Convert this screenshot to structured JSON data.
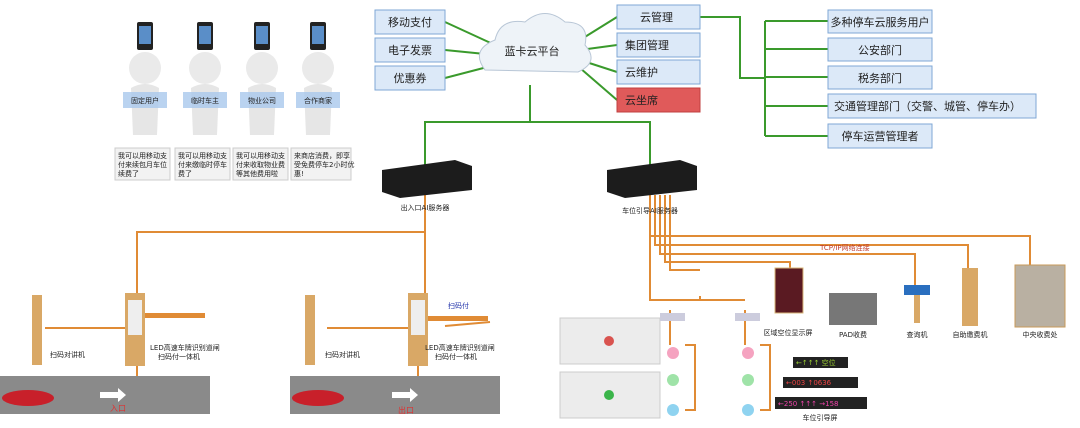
{
  "cloud": {
    "label": "蓝卡云平台"
  },
  "left_services": [
    "移动支付",
    "电子发票",
    "优惠券"
  ],
  "right_services": [
    {
      "label": "云管理",
      "highlight": false
    },
    {
      "label": "集团管理",
      "highlight": false
    },
    {
      "label": "云维护",
      "highlight": false
    },
    {
      "label": "云坐席",
      "highlight": true
    }
  ],
  "users": [
    "多种停车云服务用户",
    "公安部门",
    "税务部门",
    "交通管理部门（交警、城管、停车办）",
    "停车运营管理者"
  ],
  "personas": [
    {
      "sign": "固定用户",
      "caption": [
        "我可以用移动支",
        "付来续包月车位",
        "续费了"
      ]
    },
    {
      "sign": "临时车主",
      "caption": [
        "我可以用移动支",
        "付来缴临时停车",
        "费了"
      ]
    },
    {
      "sign": "物业公司",
      "caption": [
        "我可以用移动支",
        "付来收取物业费",
        "等其他费用啦"
      ]
    },
    {
      "sign": "合作商家",
      "caption": [
        "来商店消费，即享",
        "受免费停车2小时优",
        "惠!"
      ]
    }
  ],
  "servers": {
    "entrance": "出入口AI服务器",
    "guidance": "车位引导AI服务器"
  },
  "lanes": [
    {
      "intercom": "扫码对讲机",
      "gate": [
        "LED高速车牌识别道闸",
        "扫码付一体机"
      ],
      "direction": "入口",
      "tag": ""
    },
    {
      "intercom": "扫码对讲机",
      "gate": [
        "LED高速车牌识别道闸",
        "扫码付一体机"
      ],
      "direction": "出口",
      "tag": "扫码付"
    }
  ],
  "network_label": "TCP/IP网络连接",
  "devices": [
    "区域空位显示屏",
    "PAD收费",
    "查询机",
    "自助缴费机",
    "中央收费处"
  ],
  "guidance_screen": {
    "label": "车位引导屏",
    "rows": [
      "←↑↑↑ 空位",
      "←003 ↑0636",
      "←250 ↑↑↑ →158"
    ]
  },
  "colors": {
    "box_fill": "#dce9f8",
    "highlight_fill": "#e05a5a",
    "green_line": "#3a9a2c",
    "orange_line": "#e08b35",
    "road": "#8a8a8a"
  }
}
